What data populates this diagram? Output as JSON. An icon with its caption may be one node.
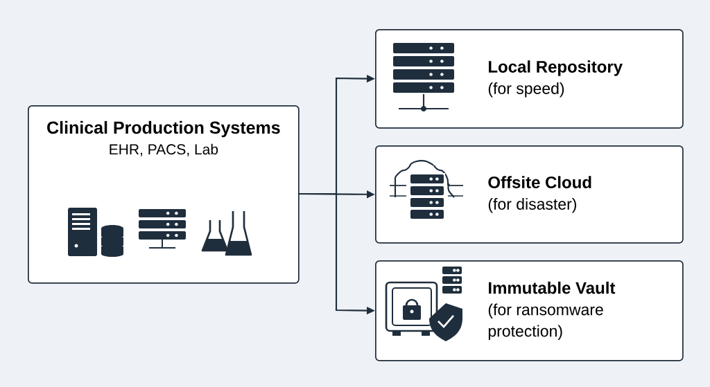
{
  "diagram": {
    "nodes": [
      {
        "text": [
          "Clinical Production Systems",
          "EHR, PACS, Lab"
        ]
      },
      {
        "text": [
          "Local Repository",
          "(for speed)"
        ]
      },
      {
        "text": [
          "Offsite Cloud",
          "(for disaster)"
        ]
      },
      {
        "text": [
          "Immutable Vault",
          "(for ransomware protection)"
        ]
      }
    ],
    "edges": [
      {
        "from": 0,
        "to": 1,
        "arrow": "to"
      },
      {
        "from": 0,
        "to": 2,
        "arrow": "to"
      },
      {
        "from": 0,
        "to": 3,
        "arrow": "to"
      }
    ]
  }
}
